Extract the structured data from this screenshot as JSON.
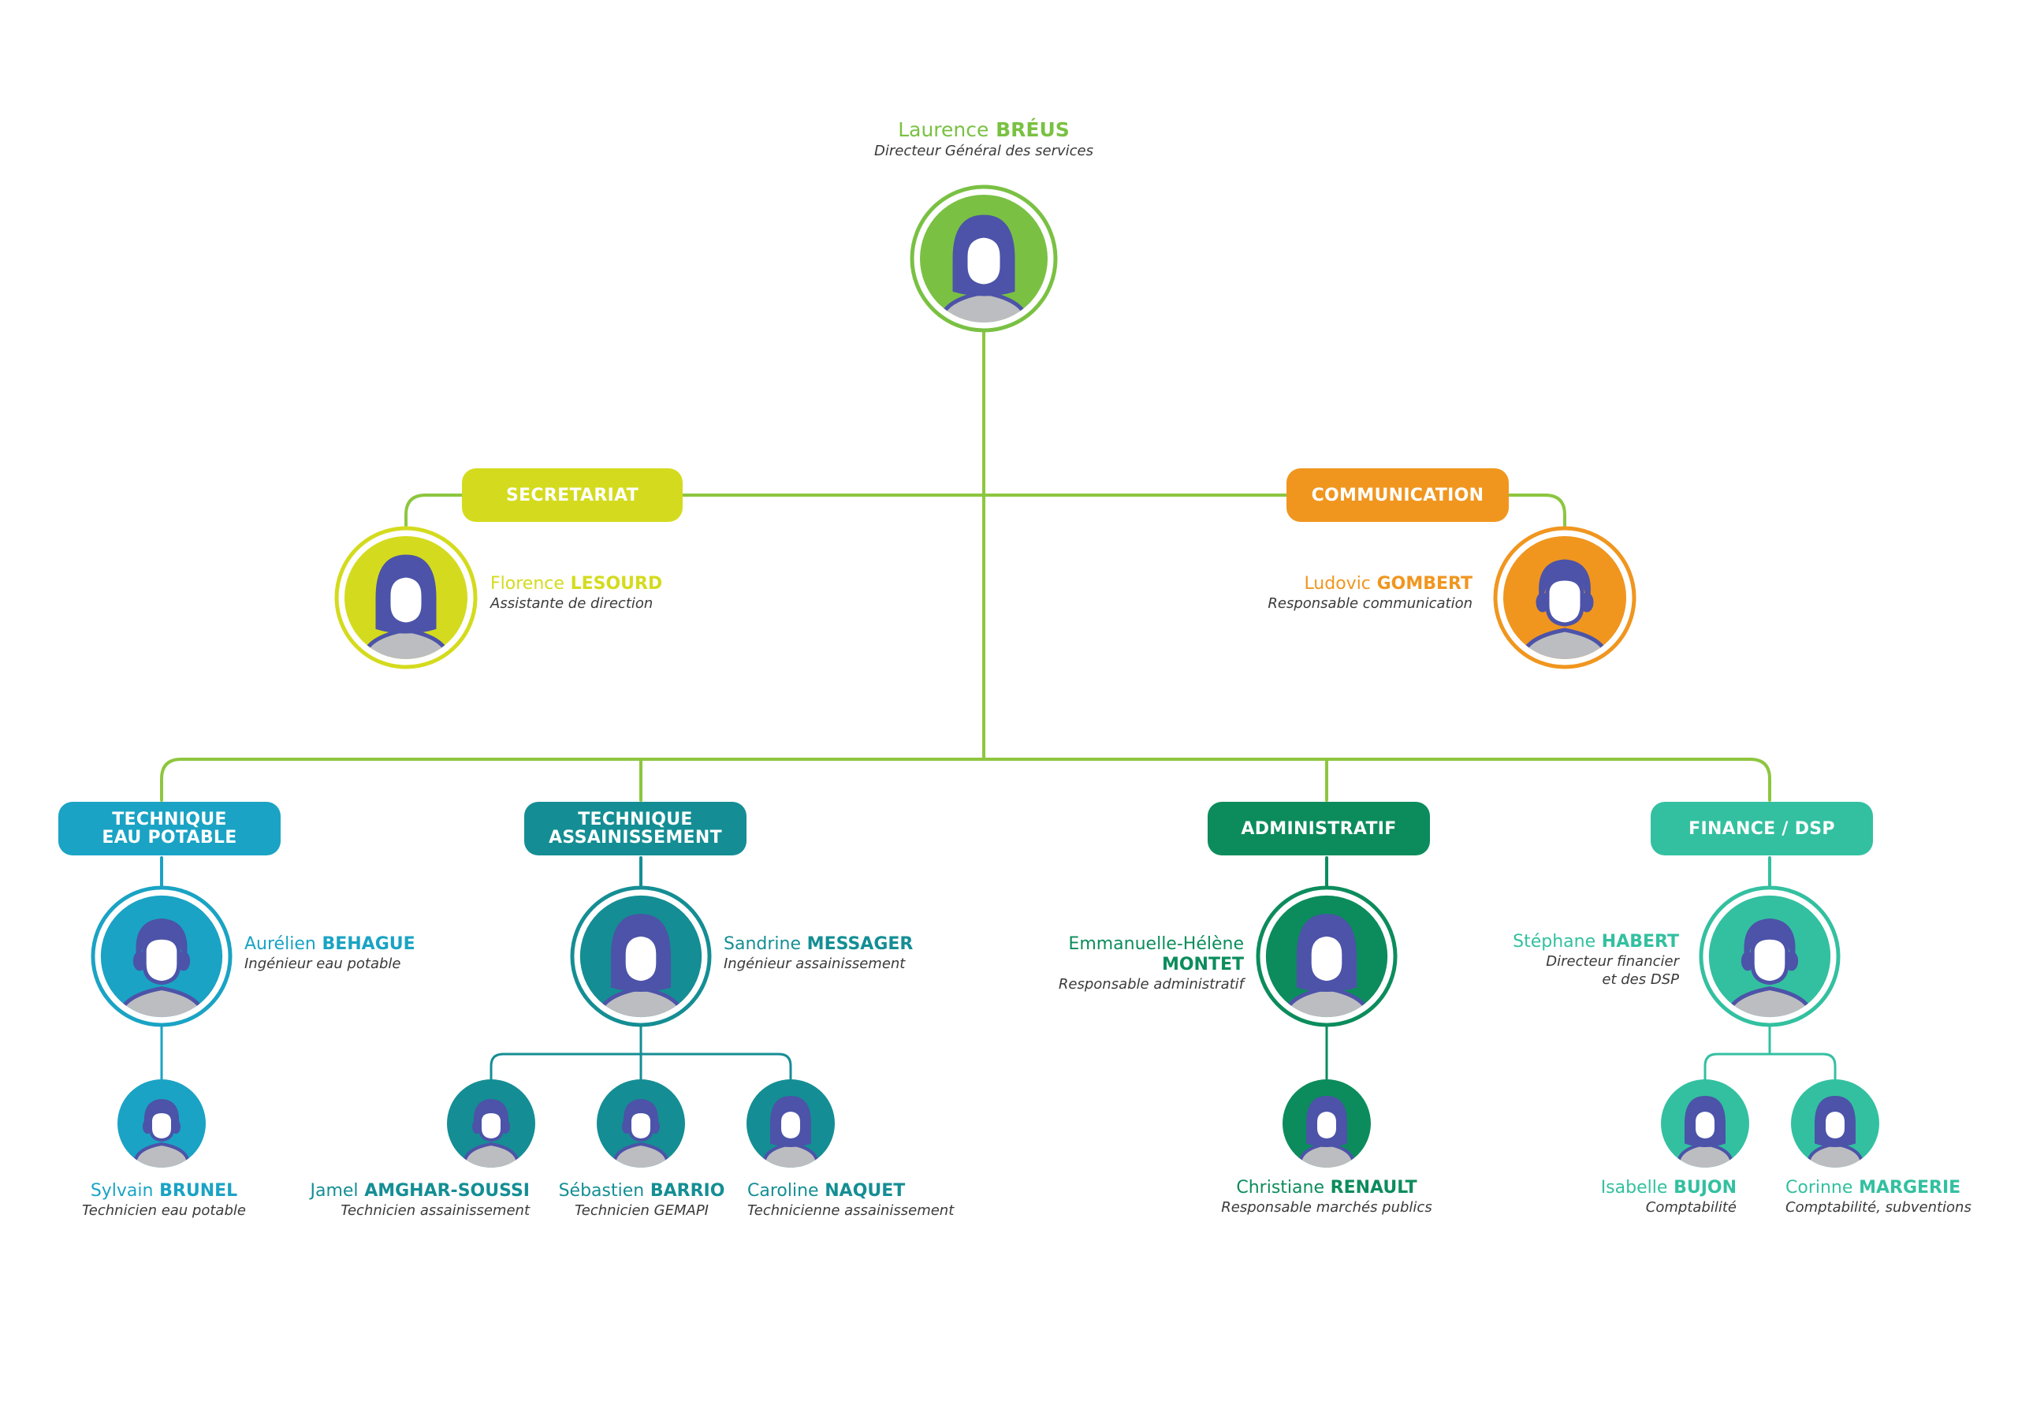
{
  "colors": {
    "line_main": "#8dc63f",
    "green": "#7ac143",
    "yellow": "#d4db1e",
    "orange": "#f0961f",
    "cyan": "#1aa3c4",
    "teal": "#148e94",
    "darkgreen": "#0c8c5c",
    "mint": "#33c0a0",
    "avatar_blue": "#4c53a8",
    "avatar_grey": "#bcbdc0"
  },
  "director": {
    "first": "Laurence",
    "last": "BRÉUS",
    "role": "Directeur Général des services"
  },
  "secretariat": {
    "label": "SECRETARIAT",
    "person": {
      "first": "Florence",
      "last": "LESOURD",
      "role": "Assistante de direction"
    }
  },
  "communication": {
    "label": "COMMUNICATION",
    "person": {
      "first": "Ludovic",
      "last": "GOMBERT",
      "role": "Responsable communication"
    }
  },
  "departments": {
    "eau": {
      "label_line1": "TECHNIQUE",
      "label_line2": "EAU POTABLE",
      "head": {
        "first": "Aurélien",
        "last": "BEHAGUE",
        "role": "Ingénieur eau potable"
      },
      "staff": [
        {
          "first": "Sylvain",
          "last": "BRUNEL",
          "role": "Technicien eau potable"
        }
      ]
    },
    "assainissement": {
      "label_line1": "TECHNIQUE",
      "label_line2": "ASSAINISSEMENT",
      "head": {
        "first": "Sandrine",
        "last": "MESSAGER",
        "role": "Ingénieur assainissement"
      },
      "staff": [
        {
          "first": "Jamel",
          "last": "AMGHAR-SOUSSI",
          "role": "Technicien assainissement"
        },
        {
          "first": "Sébastien",
          "last": "BARRIO",
          "role": "Technicien GEMAPI"
        },
        {
          "first": "Caroline",
          "last": "NAQUET",
          "role": "Technicienne assainissement"
        }
      ]
    },
    "administratif": {
      "label": "ADMINISTRATIF",
      "head": {
        "first": "Emmanuelle-Hélène",
        "last": "MONTET",
        "role": "Responsable administratif"
      },
      "staff": [
        {
          "first": "Christiane",
          "last": "RENAULT",
          "role": "Responsable marchés publics"
        }
      ]
    },
    "finance": {
      "label": "FINANCE / DSP",
      "head": {
        "first": "Stéphane",
        "last": "HABERT",
        "role_line1": "Directeur financier",
        "role_line2": "et des DSP"
      },
      "staff": [
        {
          "first": "Isabelle",
          "last": "BUJON",
          "role": "Comptabilité"
        },
        {
          "first": "Corinne",
          "last": "MARGERIE",
          "role": "Comptabilité, subventions"
        }
      ]
    }
  }
}
